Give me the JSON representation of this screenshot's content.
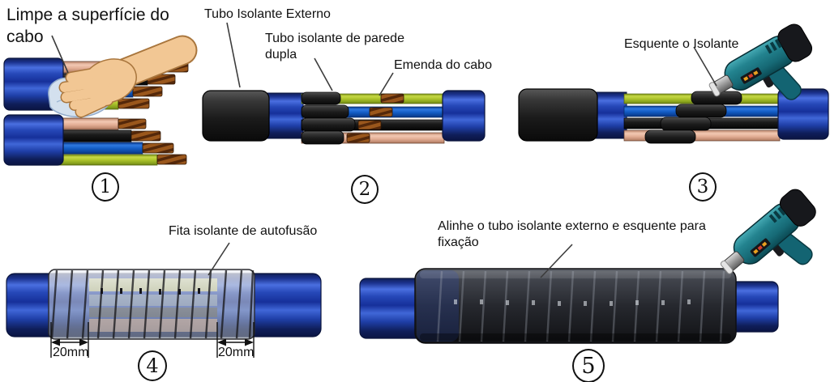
{
  "figure_type": "instructional-diagram",
  "language": "pt-BR",
  "topic": "Procedimento de emenda e isolamento de cabo (5 passos)",
  "steps": [
    {
      "number": "1",
      "caption": "Limpe a superfície do cabo"
    },
    {
      "number": "2",
      "annotations": {
        "outer_tube": "Tubo Isolante Externo",
        "double_wall_tube": "Tubo isolante de parede dupla",
        "cable_splice": "Emenda do cabo"
      }
    },
    {
      "number": "3",
      "caption": "Esquente o Isolante"
    },
    {
      "number": "4",
      "caption": "Fita isolante de autofusão",
      "dimension_left": "20mm",
      "dimension_right": "20mm"
    },
    {
      "number": "5",
      "caption": "Alinhe o tubo isolante externo e esquente para fixação"
    }
  ],
  "colors": {
    "background": "#ffffff",
    "cable_jacket_blue": "#2a4fc0",
    "wire_green_yellow": "#b3cb2d",
    "wire_blue": "#1e6fd8",
    "wire_black": "#1a1a1a",
    "wire_pink": "#e8b49c",
    "copper_splice": "#9a571c",
    "insulation_tube_black": "#1c1c1c",
    "self_fusing_tape_grey": "#aab0ba",
    "outer_tube_dark": "#26282e",
    "heat_gun_teal": "#1f7c89",
    "text": "#111111"
  }
}
